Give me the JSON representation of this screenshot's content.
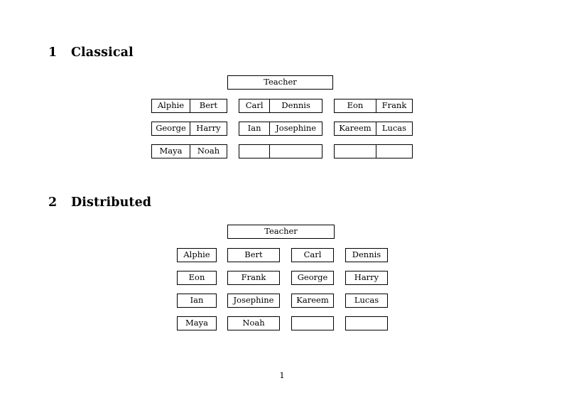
{
  "document": {
    "page_number": "1"
  },
  "sections": [
    {
      "number": "1",
      "title": "Classical",
      "teacher_label": "Teacher",
      "groups": [
        {
          "name": "group-left",
          "rows": [
            {
              "left": "Alphie",
              "right": "Bert"
            },
            {
              "left": "George",
              "right": "Harry"
            },
            {
              "left": "Maya",
              "right": "Noah"
            }
          ]
        },
        {
          "name": "group-middle",
          "rows": [
            {
              "left": "Carl",
              "right": "Dennis"
            },
            {
              "left": "Ian",
              "right": "Josephine"
            },
            {
              "left": "",
              "right": ""
            }
          ]
        },
        {
          "name": "group-right",
          "rows": [
            {
              "left": "Eon",
              "right": "Frank"
            },
            {
              "left": "Kareem",
              "right": "Lucas"
            },
            {
              "left": "",
              "right": ""
            }
          ]
        }
      ]
    },
    {
      "number": "2",
      "title": "Distributed",
      "teacher_label": "Teacher",
      "rows": [
        [
          "Alphie",
          "Bert",
          "Carl",
          "Dennis"
        ],
        [
          "Eon",
          "Frank",
          "George",
          "Harry"
        ],
        [
          "Ian",
          "Josephine",
          "Kareem",
          "Lucas"
        ],
        [
          "Maya",
          "Noah",
          "",
          ""
        ]
      ]
    }
  ]
}
